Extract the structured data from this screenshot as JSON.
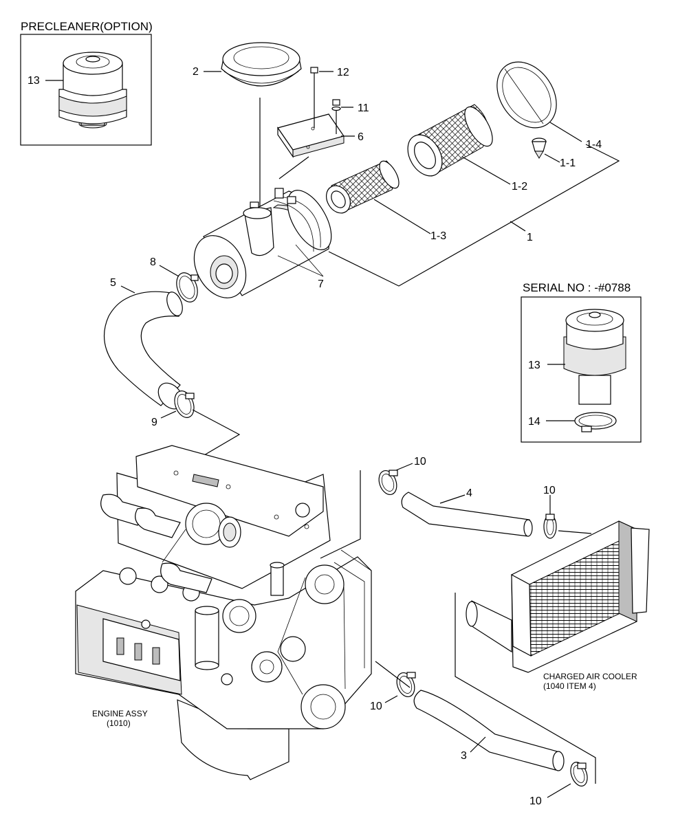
{
  "boxes": {
    "precleaner_title": "PRECLEANER(OPTION)",
    "serial_title": "SERIAL NO : -#0788"
  },
  "captions": {
    "charged_air_cooler_line1": "CHARGED AIR COOLER",
    "charged_air_cooler_line2": "(1040 ITEM 4)",
    "engine_assy_line1": "ENGINE ASSY",
    "engine_assy_line2": "(1010)"
  },
  "callouts": {
    "c13a": "13",
    "c2": "2",
    "c12": "12",
    "c11": "11",
    "c6": "6",
    "c1_4": "1-4",
    "c1_1": "1-1",
    "c1_2": "1-2",
    "c1_3": "1-3",
    "c1": "1",
    "c8": "8",
    "c7": "7",
    "c5": "5",
    "c9": "9",
    "c13b": "13",
    "c14": "14",
    "c10a": "10",
    "c4": "4",
    "c10b": "10",
    "c10c": "10",
    "c3": "3",
    "c10d": "10"
  }
}
